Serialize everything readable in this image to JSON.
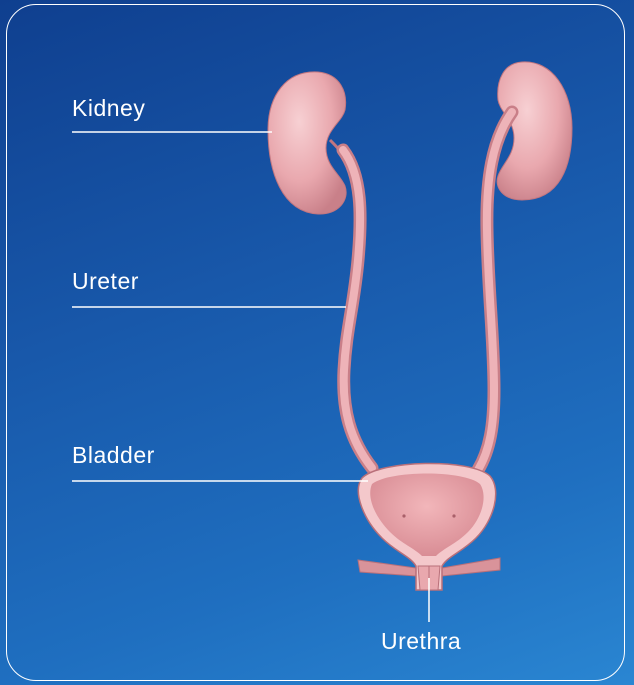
{
  "labels": {
    "kidney": "Kidney",
    "ureter": "Ureter",
    "bladder": "Bladder",
    "urethra": "Urethra"
  },
  "colors": {
    "background_top": "#0f3f8f",
    "background_bottom": "#2a86d2",
    "organ": "#e9a8ae",
    "organ_dark": "#c97f88",
    "label_text": "#ffffff"
  }
}
